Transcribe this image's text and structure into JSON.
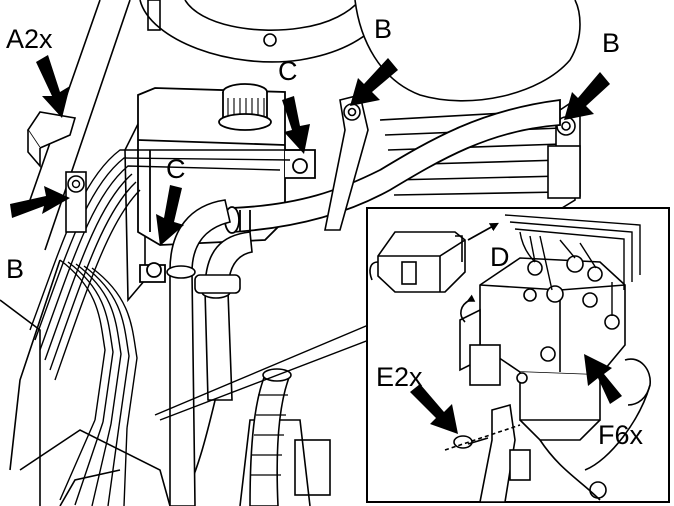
{
  "labels": {
    "a2x": "A2x",
    "b_top_mid": "B",
    "b_top_right": "B",
    "b_left": "B",
    "c_top": "C",
    "c_left": "C",
    "d": "D",
    "e2x": "E2x",
    "f6x": "F6x"
  },
  "colors": {
    "ink": "#000000",
    "paper": "#ffffff",
    "shade": "#d9d9d9"
  }
}
